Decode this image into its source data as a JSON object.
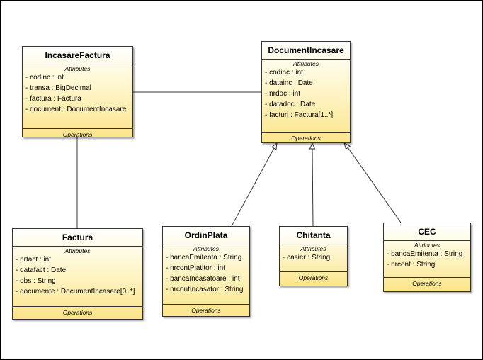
{
  "classes": [
    {
      "id": "incasare-factura",
      "name": "IncasareFactura",
      "attributes_label": "Attributes",
      "attributes": [
        "- codinc : int",
        "- transa : BigDecimal",
        "- factura : Factura",
        "- document : DocumentIncasare"
      ],
      "operations_label": "Operations"
    },
    {
      "id": "document-incasare",
      "name": "DocumentIncasare",
      "attributes_label": "Attributes",
      "attributes": [
        "- codinc : int",
        "- datainc : Date",
        "- nrdoc : int",
        "- datadoc : Date",
        "- facturi : Factura[1..*]"
      ],
      "operations_label": "Operations"
    },
    {
      "id": "factura",
      "name": "Factura",
      "attributes_label": "Attributes",
      "attributes": [
        "- nrfact : int",
        "- datafact : Date",
        "- obs : String",
        "- documente : DocumentIncasare[0..*]"
      ],
      "operations_label": "Operations"
    },
    {
      "id": "ordin-plata",
      "name": "OrdinPlata",
      "attributes_label": "Attributes",
      "attributes": [
        "- bancaEmitenta : String",
        "- nrcontPlatitor : int",
        "- bancaIncasatoare : int",
        "- nrcontIncasator : String"
      ],
      "operations_label": "Operations"
    },
    {
      "id": "chitanta",
      "name": "Chitanta",
      "attributes_label": "Attributes",
      "attributes": [
        "- casier : String"
      ],
      "operations_label": "Operations"
    },
    {
      "id": "cec",
      "name": "CEC",
      "attributes_label": "Attributes",
      "attributes": [
        "- bancaEmitenta : String",
        "- nrcont : String"
      ],
      "operations_label": "Operations"
    }
  ],
  "relations": [
    {
      "type": "association",
      "from": "incasare-factura",
      "to": "document-incasare"
    },
    {
      "type": "association",
      "from": "incasare-factura",
      "to": "factura"
    },
    {
      "type": "generalization",
      "from": "ordin-plata",
      "to": "document-incasare"
    },
    {
      "type": "generalization",
      "from": "chitanta",
      "to": "document-incasare"
    },
    {
      "type": "generalization",
      "from": "cec",
      "to": "document-incasare"
    }
  ]
}
